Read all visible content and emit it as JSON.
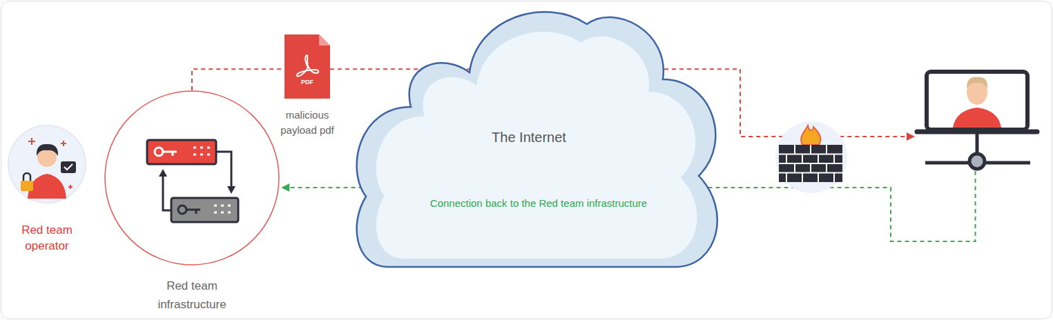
{
  "diagram": {
    "nodes": [
      {
        "text": [
          "Red team operator"
        ]
      },
      {
        "text": [
          "Red team infrastructure"
        ]
      },
      {
        "text": [
          "PDF",
          "malicious payload pdf"
        ]
      },
      {
        "text": [
          "The Internet"
        ]
      },
      {
        "text": []
      }
    ],
    "edges": [
      {
        "from": 1,
        "to": 2,
        "arrow": "none"
      },
      {
        "from": 2,
        "to": 4,
        "arrow": "to"
      },
      {
        "from": 4,
        "to": 1,
        "arrow": "to",
        "label": "Connection back to the Red team infrastructure"
      }
    ]
  }
}
